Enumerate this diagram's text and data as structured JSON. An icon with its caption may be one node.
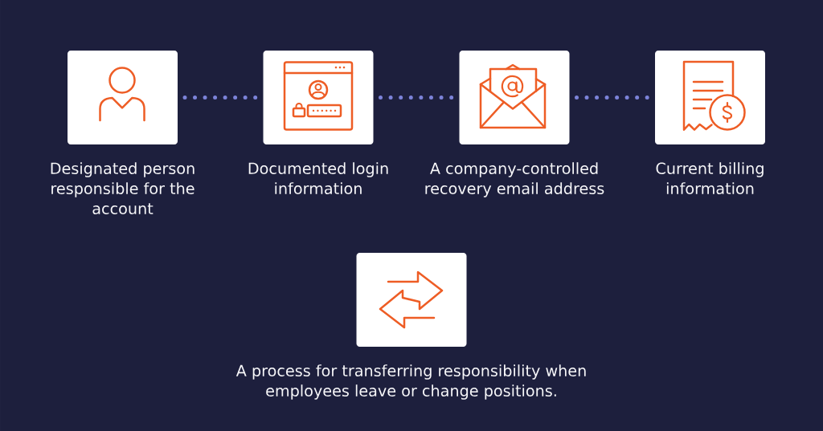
{
  "diagram": {
    "nodes": [
      {
        "text": [
          "Designated person responsible for the account"
        ]
      },
      {
        "text": [
          "Documented login information"
        ]
      },
      {
        "text": [
          "A company-controlled recovery email address"
        ]
      },
      {
        "text": [
          "Current billing information"
        ]
      },
      {
        "text": [
          "A process for transferring responsibility when employees leave or change positions."
        ]
      }
    ],
    "edges": [
      {
        "from": 0,
        "to": 1,
        "arrow": "none"
      },
      {
        "from": 1,
        "to": 2,
        "arrow": "none"
      },
      {
        "from": 2,
        "to": 3,
        "arrow": "none"
      }
    ]
  }
}
